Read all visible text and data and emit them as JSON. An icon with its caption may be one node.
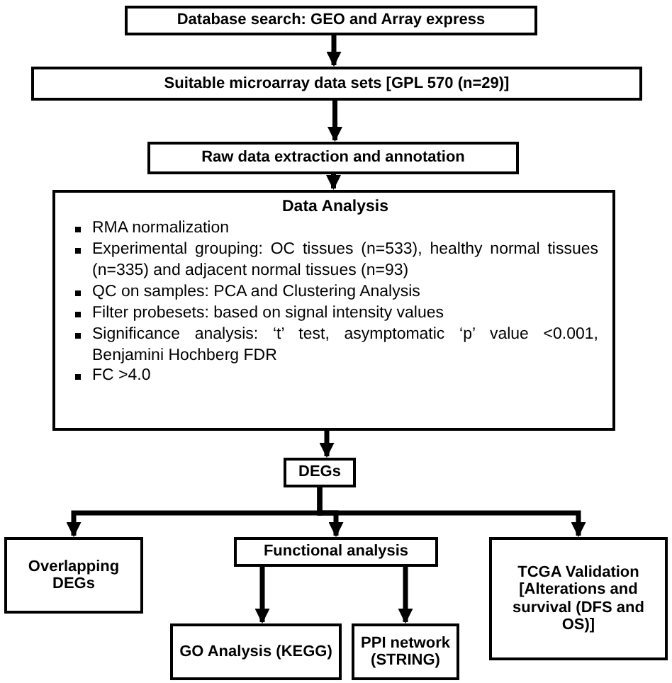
{
  "diagram": {
    "nodes": [
      {
        "text": [
          "Database search: GEO and Array express"
        ]
      },
      {
        "text": [
          "Suitable microarray data sets [GPL 570 (n=29)]"
        ]
      },
      {
        "text": [
          "Raw data extraction and annotation"
        ]
      },
      {
        "text": [
          "Data Analysis",
          "RMA normalization",
          "Experimental grouping: OC tissues (n=533), healthy normal tissues (n=335) and adjacent normal tissues (n=93)",
          "QC on samples: PCA and Clustering Analysis",
          "Filter probesets: based on signal intensity values",
          "Significance analysis: ‘t’ test, asymptomatic ‘p’ value <0.001, Benjamini Hochberg FDR",
          "FC >4.0"
        ]
      },
      {
        "text": [
          "DEGs"
        ]
      },
      {
        "text": [
          "Overlapping DEGs"
        ]
      },
      {
        "text": [
          "Functional analysis"
        ]
      },
      {
        "text": [
          "GO Analysis (KEGG)"
        ]
      },
      {
        "text": [
          "PPI network (STRING)"
        ]
      },
      {
        "text": [
          "TCGA Validation [Alterations and survival (DFS and OS)]"
        ]
      }
    ],
    "edges": [
      {
        "from": 0,
        "to": 1,
        "arrow": "to"
      },
      {
        "from": 1,
        "to": 2,
        "arrow": "to"
      },
      {
        "from": 2,
        "to": 3,
        "arrow": "to"
      },
      {
        "from": 3,
        "to": 4,
        "arrow": "to"
      },
      {
        "from": 4,
        "to": 5,
        "arrow": "to"
      },
      {
        "from": 4,
        "to": 6,
        "arrow": "to"
      },
      {
        "from": 4,
        "to": 9,
        "arrow": "to"
      },
      {
        "from": 6,
        "to": 7,
        "arrow": "to"
      },
      {
        "from": 6,
        "to": 8,
        "arrow": "to"
      }
    ]
  }
}
